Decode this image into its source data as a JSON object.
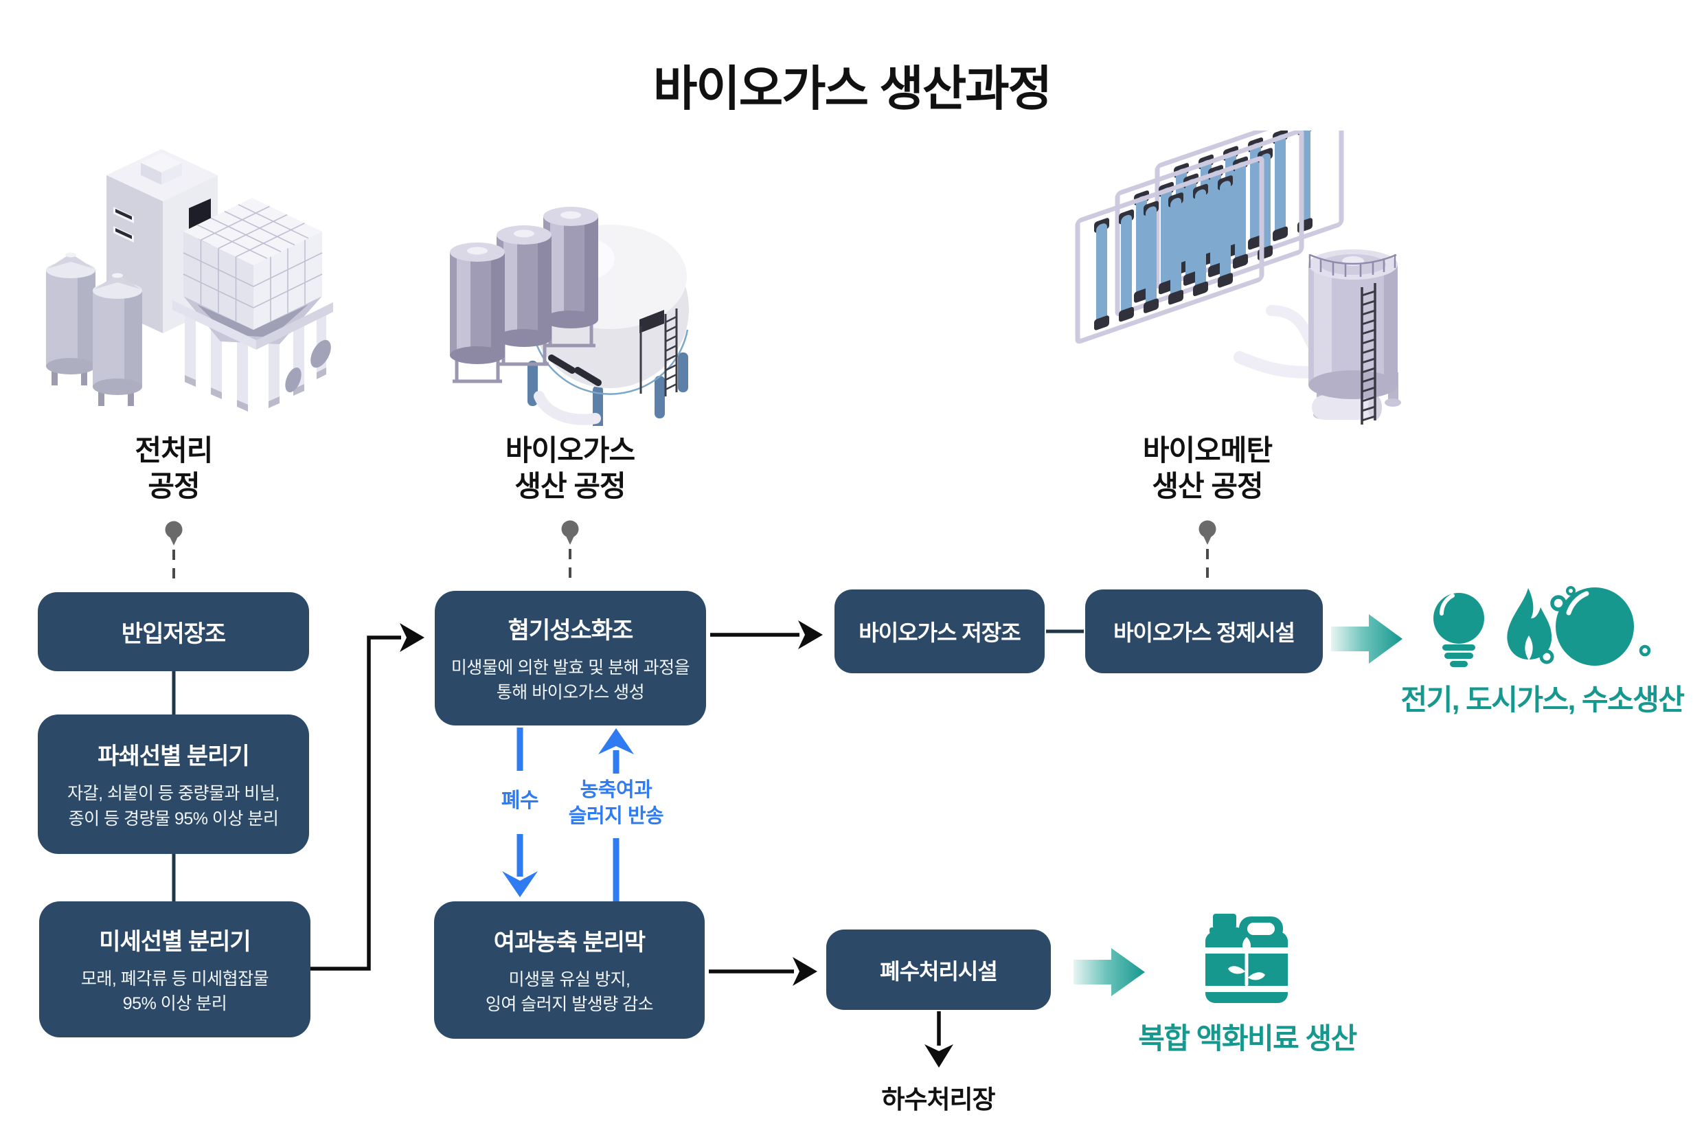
{
  "title": "바이오가스 생산과정",
  "stages": {
    "pretreatment": {
      "line1": "전처리",
      "line2": "공정"
    },
    "biogas": {
      "line1": "바이오가스",
      "line2": "생산 공정"
    },
    "biomethane": {
      "line1": "바이오메탄",
      "line2": "생산 공정"
    }
  },
  "boxes": {
    "intake": {
      "title": "반입저장조"
    },
    "crusher": {
      "title": "파쇄선별 분리기",
      "desc1": "자갈, 쇠붙이 등 중량물과 비닐,",
      "desc2": "종이 등 경량물 95% 이상 분리"
    },
    "fine_separator": {
      "title": "미세선별 분리기",
      "desc1": "모래, 폐각류 등 미세협잡물",
      "desc2": "95% 이상 분리"
    },
    "digester": {
      "title": "혐기성소화조",
      "desc1": "미생물에 의한 발효 및 분해 과정을",
      "desc2": "통해 바이오가스 생성"
    },
    "membrane": {
      "title": "여과농축 분리막",
      "desc1": "미생물 유실 방지,",
      "desc2": "잉여 슬러지 발생량 감소"
    },
    "gas_storage": {
      "title": "바이오가스 저장조"
    },
    "refinery": {
      "title": "바이오가스 정제시설"
    },
    "wastewater": {
      "title": "폐수처리시설"
    }
  },
  "flow_labels": {
    "wastewater": "폐수",
    "sludge_return1": "농축여과",
    "sludge_return2": "슬러지 반송",
    "sewage_plant": "하수처리장"
  },
  "outputs": {
    "energy_label": "전기, 도시가스, 수소생산",
    "energy_icons": [
      "lightbulb-icon",
      "flame-icon",
      "bubble-icon"
    ],
    "fertilizer_label": "복합 액화비료 생산",
    "fertilizer_icon": "fertilizer-jug-icon"
  },
  "colors": {
    "box_navy": "#2c4a67",
    "arrow_blue": "#2e7bf2",
    "accent_teal": "#16988e",
    "text_black": "#111111",
    "pin_gray": "#6a6a6a"
  }
}
